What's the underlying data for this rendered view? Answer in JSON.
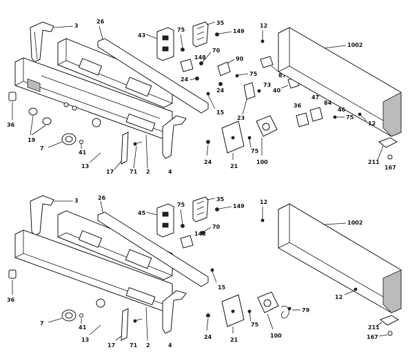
{
  "upper": {
    "labels": {
      "l3": "3",
      "l26": "26",
      "l43": "43",
      "l75a": "75",
      "l35": "35",
      "l149": "149",
      "l12a": "12",
      "l1002": "1002",
      "l148": "148",
      "l70": "70",
      "l90": "90",
      "l87": "87",
      "l24a": "24",
      "l75b": "75",
      "l24b": "24",
      "l73": "73",
      "l40": "40",
      "l47": "47",
      "l84": "84",
      "l36b": "36",
      "l46": "46",
      "l75c": "75",
      "l12b": "12",
      "l15": "15",
      "l23": "23",
      "l36": "36",
      "l19": "19",
      "l7": "7",
      "l41": "41",
      "l13": "13",
      "l17": "17",
      "l71": "71",
      "l2": "2",
      "l4": "4",
      "l24c": "24",
      "l21": "21",
      "l75d": "75",
      "l100": "100",
      "l211": "211",
      "l167": "167"
    }
  },
  "lower": {
    "labels": {
      "l3": "3",
      "l26": "26",
      "l45": "45",
      "l75a": "75",
      "l35": "35",
      "l149": "149",
      "l12a": "12",
      "l1002": "1002",
      "l148": "148",
      "l70": "70",
      "l15": "15",
      "l36": "36",
      "l7": "7",
      "l41": "41",
      "l13": "13",
      "l17": "17",
      "l71": "71",
      "l2": "2",
      "l4": "4",
      "l24": "24",
      "l21": "21",
      "l75b": "75",
      "l100": "100",
      "l79": "79",
      "l12b": "12",
      "l211": "211",
      "l167": "167"
    }
  }
}
